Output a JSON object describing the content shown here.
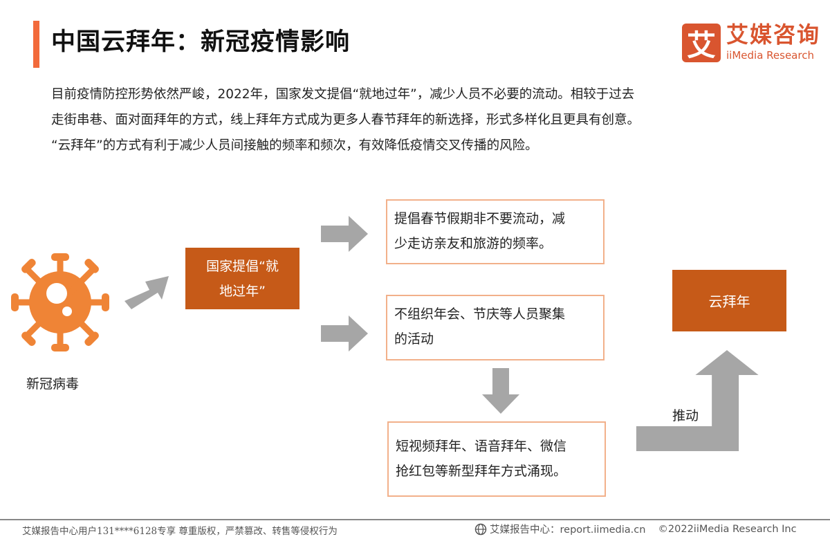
{
  "header": {
    "title": "中国云拜年：新冠疫情影响",
    "logo": {
      "icon_char": "艾",
      "name_cn": "艾媒咨询",
      "name_en": "iiMedia Research"
    }
  },
  "intro": {
    "lines": [
      "目前疫情防控形势依然严峻，2022年，国家发文提倡“就地过年”，减少人员不必要的流动。相较于过去",
      "走街串巷、面对面拜年的方式，线上拜年方式成为更多人春节拜年的新选择，形式多样化且更具有创意。",
      "“云拜年”的方式有利于减少人员间接触的频率和频次，有效降低疫情交叉传播的风险。"
    ]
  },
  "diagram": {
    "virus_icon": "virus-icon",
    "virus_label": "新冠病毒",
    "policy_box": {
      "line1": "国家提倡“就",
      "line2": "地过年”"
    },
    "effect_box_1": {
      "line1": "提倡春节假期非不要流动，减",
      "line2": "少走访亲友和旅游的频率。"
    },
    "effect_box_2": {
      "line1": "不组织年会、节庆等人员聚集",
      "line2": "的活动"
    },
    "result_box": {
      "line1": "短视频拜年、语音拜年、微信",
      "line2": "抢红包等新型拜年方式涌现。"
    },
    "push_label": "推动",
    "outcome_box": "云拜年",
    "colors": {
      "accent_orange": "#f26a3b",
      "box_fill": "#c65a18",
      "box_border": "#f2b08a",
      "virus": "#ef8436",
      "arrow_gray": "#a6a6a6"
    }
  },
  "footer": {
    "left": "艾媒报告中心用户131****6128专享 尊重版权，严禁篡改、转售等侵权行为",
    "right_site": "艾媒报告中心：report.iimedia.cn",
    "right_copy": "©2022iiMedia Research Inc"
  }
}
